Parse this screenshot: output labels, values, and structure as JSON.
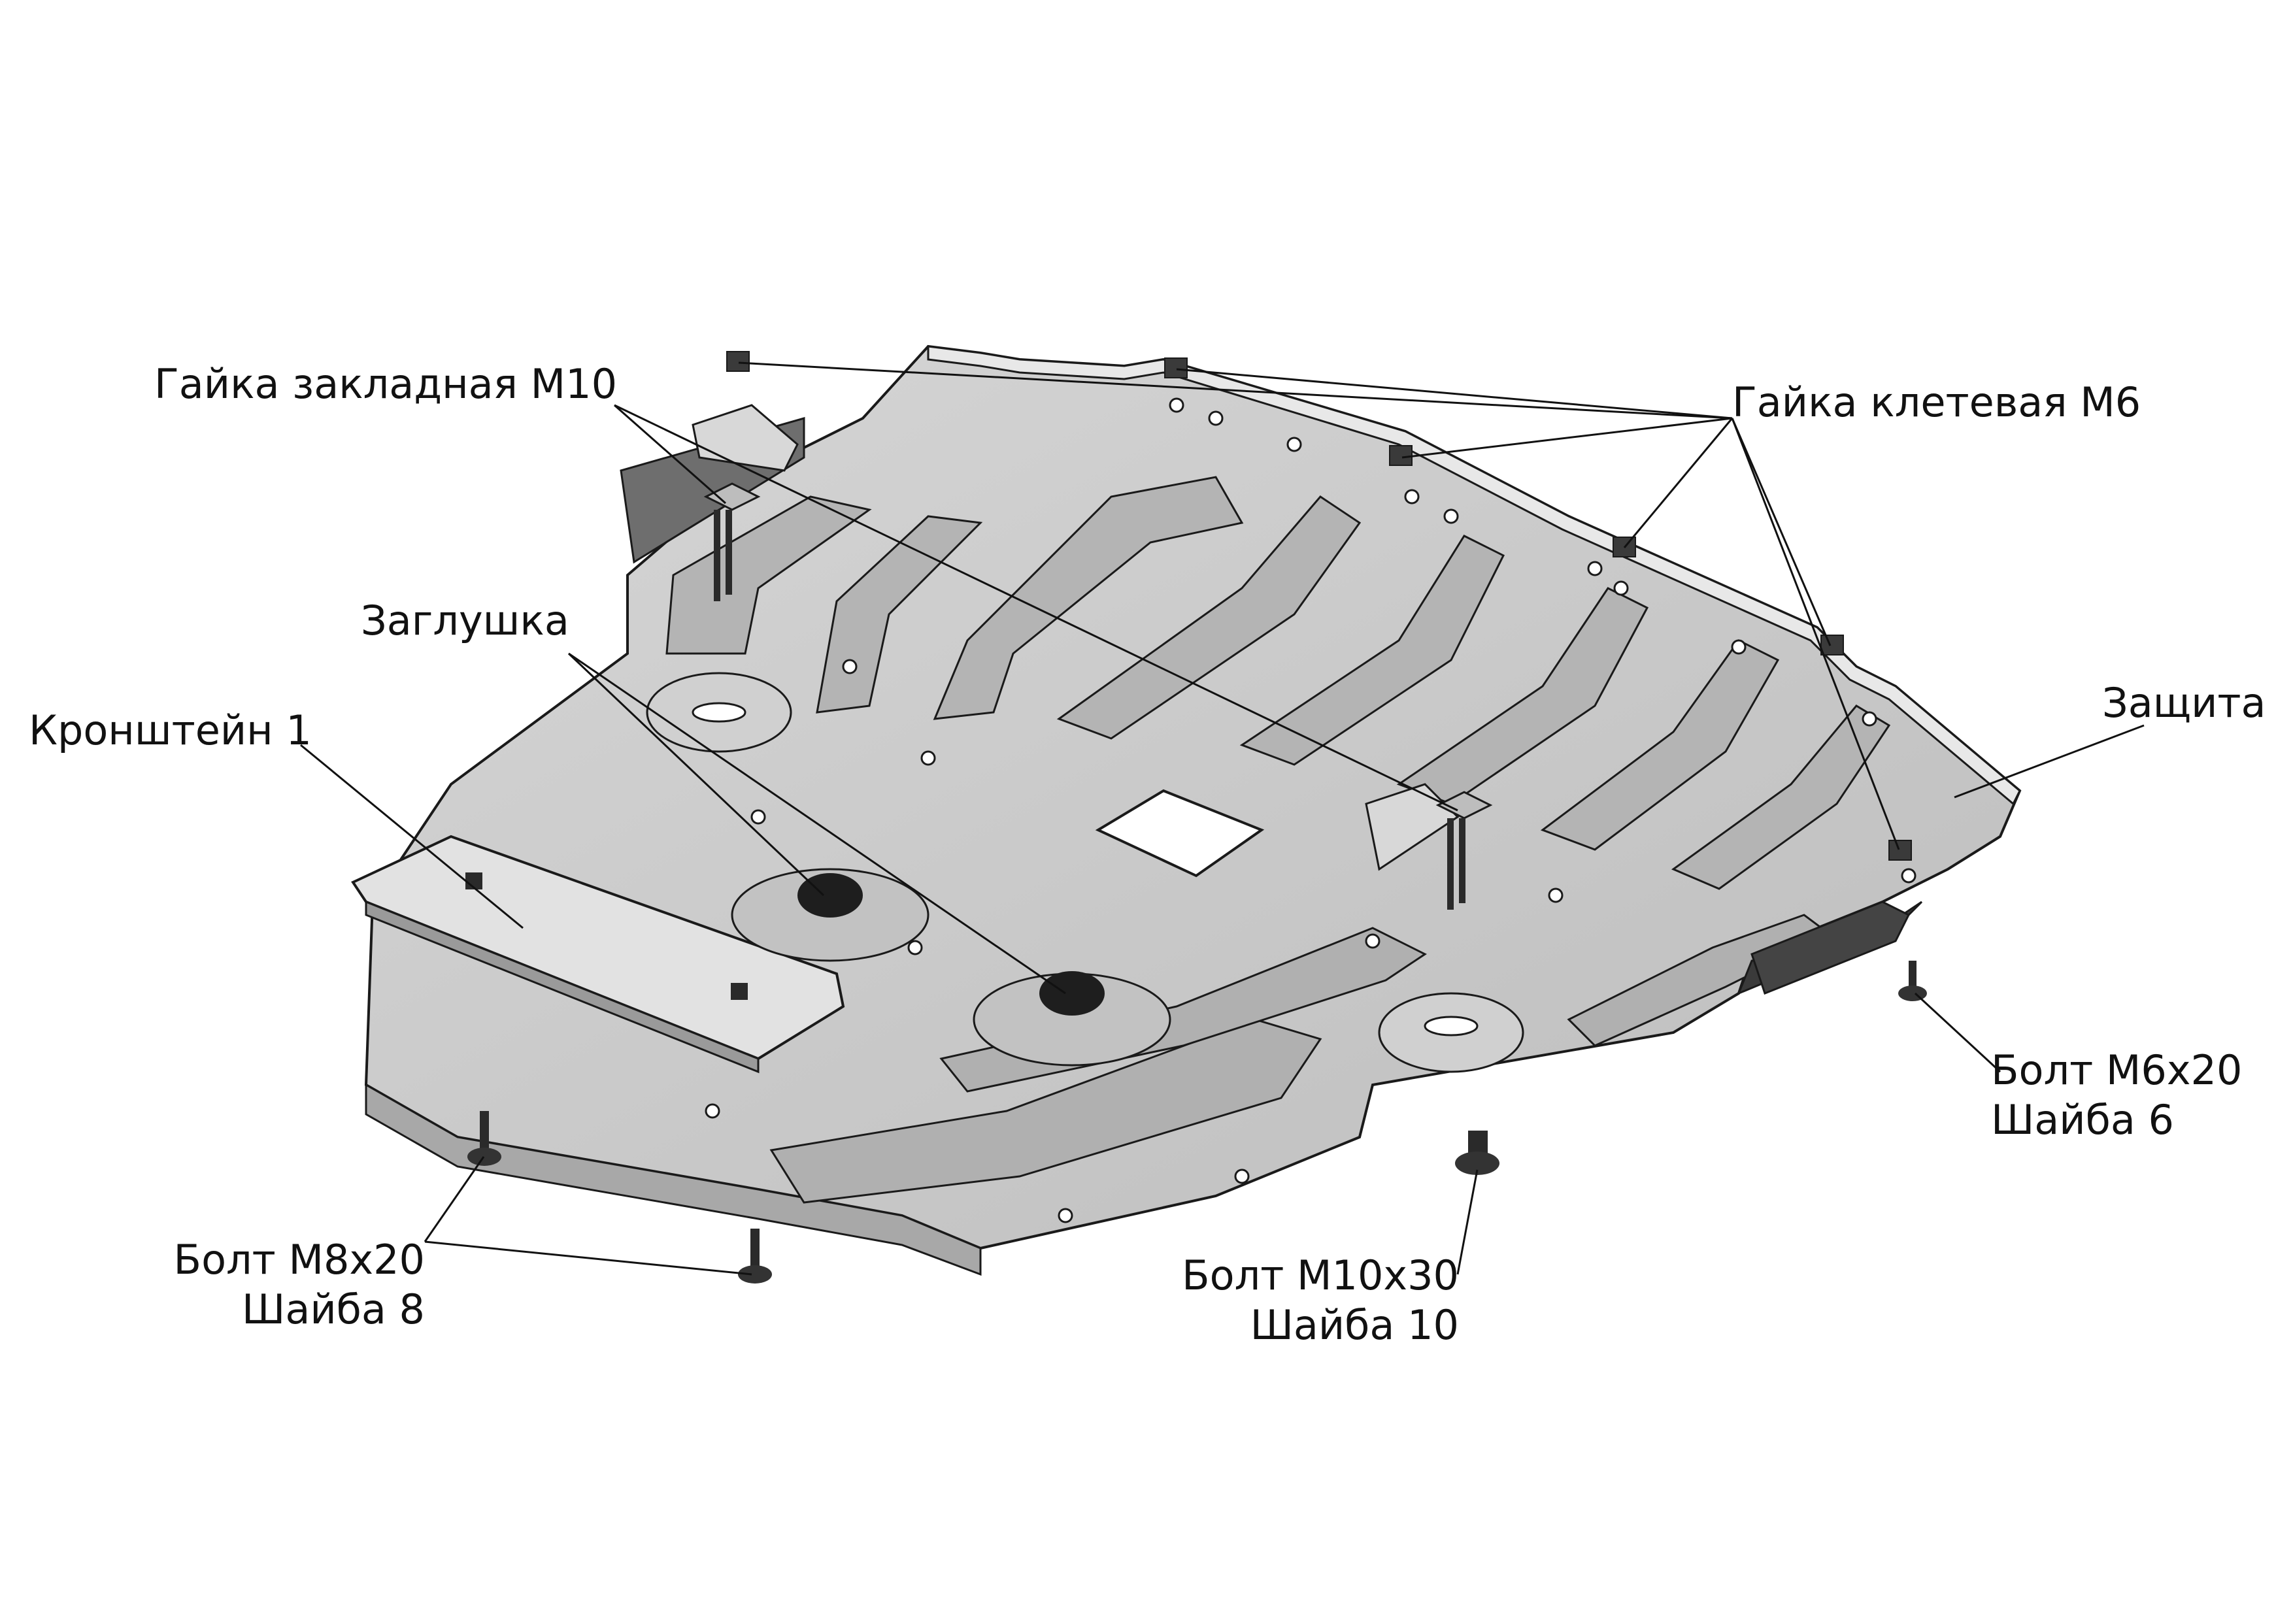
{
  "diagram": {
    "part_name": "Защита",
    "labels": {
      "gaika_zakladnaya": "Гайка закладная М10",
      "gaika_kletevaya": "Гайка клетевая М6",
      "zaglushka": "Заглушка",
      "kronshtein": "Кронштейн 1",
      "zashchita": "Защита",
      "bolt_m6": {
        "line1": "Болт М6х20",
        "line2": "Шайба 6"
      },
      "bolt_m8": {
        "line1": "Болт М8х20",
        "line2": "Шайба 8"
      },
      "bolt_m10": {
        "line1": "Болт М10х30",
        "line2": "Шайба 10"
      }
    },
    "colors": {
      "plate_fill": "#c9c9c9",
      "plate_dark": "#a4a4a4",
      "plate_light": "#e4e4e4",
      "outline": "#1a1a1a",
      "bracket_fill": "#dcdcdc",
      "shadow": "#3a3a3a",
      "background": "#ffffff"
    }
  }
}
